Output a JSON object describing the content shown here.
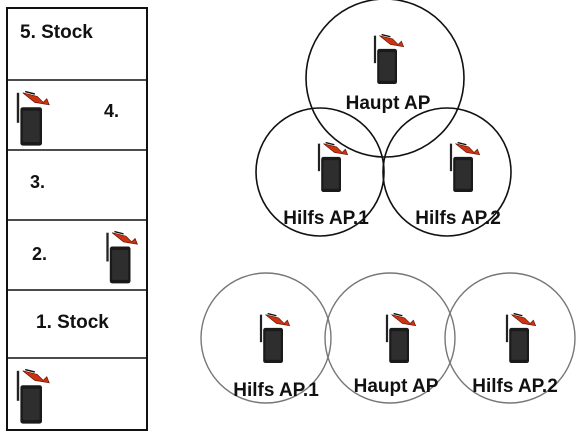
{
  "floors": {
    "floor5": "5. Stock",
    "floor4": "4.",
    "floor3": "3.",
    "floor2": "2.",
    "floor1": "1. Stock"
  },
  "top_cluster": {
    "main": "Haupt AP",
    "aux1": "Hilfs AP.1",
    "aux2": "Hilfs AP.2"
  },
  "bottom_row": {
    "aux1": "Hilfs AP.1",
    "main": "Haupt AP",
    "aux2": "Hilfs AP.2"
  },
  "icons": {
    "access_point": "access-point-icon",
    "signal": "wireless-signal-icon"
  },
  "colors": {
    "line": "#111111",
    "device": "#1a1a1a",
    "signal": "#cc3311",
    "bottom_circle": "#777777"
  }
}
